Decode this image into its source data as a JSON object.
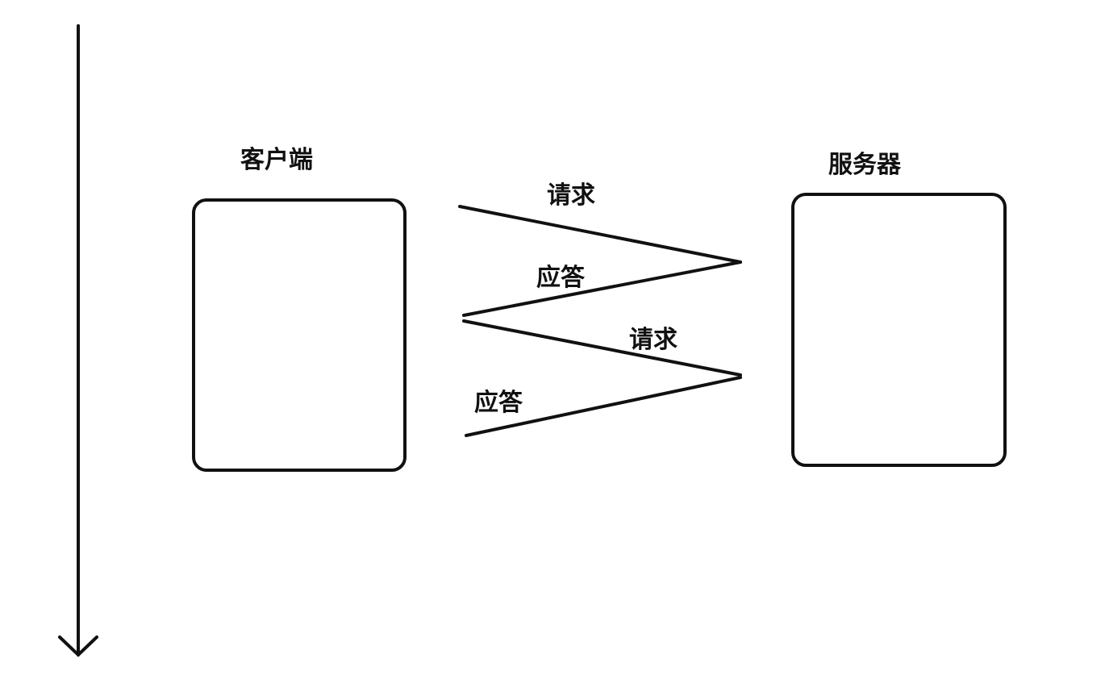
{
  "diagram": {
    "client_label": "客户端",
    "server_label": "服务器",
    "exchanges": [
      {
        "request_label": "请求",
        "response_label": "应答"
      },
      {
        "request_label": "请求",
        "response_label": "应答"
      }
    ]
  },
  "colors": {
    "line": "#111111",
    "background": "#ffffff"
  }
}
